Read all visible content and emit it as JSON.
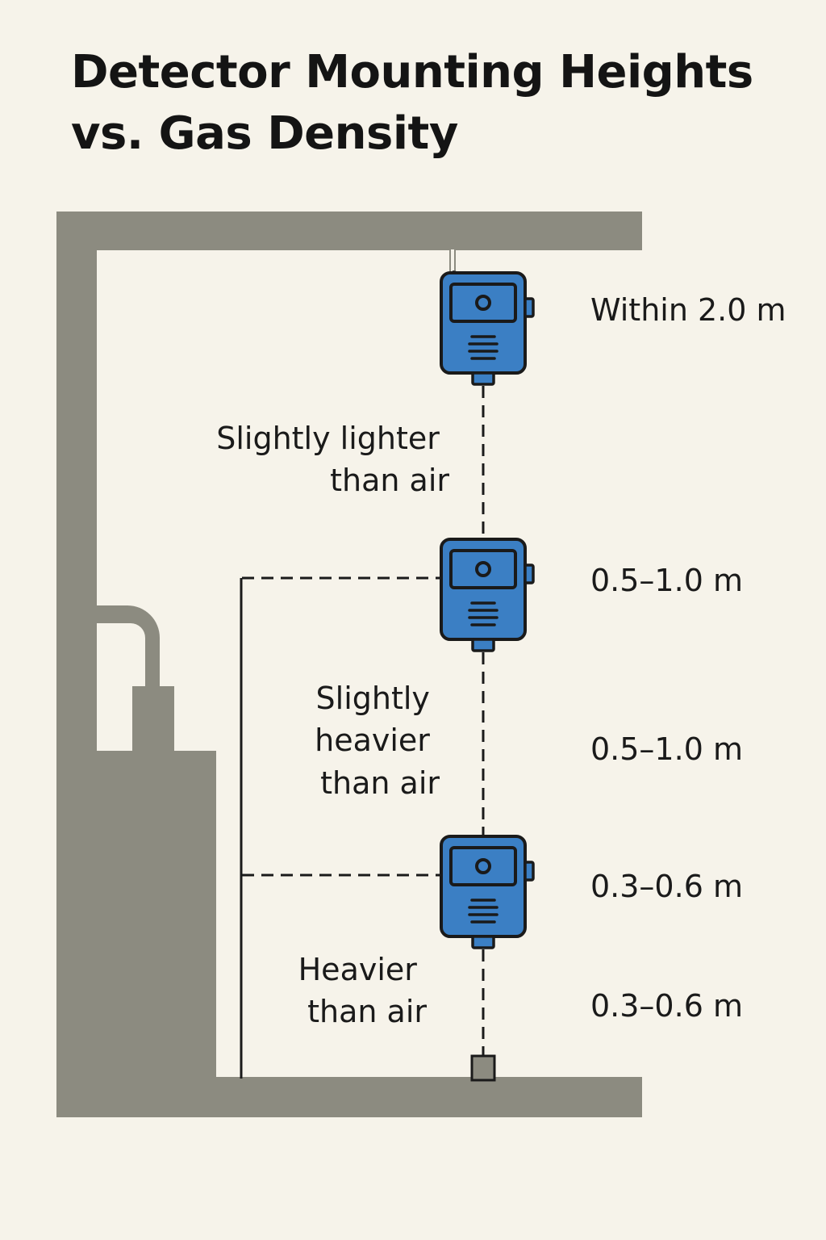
{
  "title": {
    "line1": "Detector Mounting Heights",
    "line2": "vs. Gas Density"
  },
  "gas_labels": {
    "lighter": [
      "Slightly lighter",
      "than air"
    ],
    "slightly_heavier": [
      "Slightly",
      "heavier",
      "than air"
    ],
    "heavier": [
      "Heavier",
      "than air"
    ]
  },
  "distance_labels": {
    "top": "Within 2.0 m",
    "upper_middle": "0.5–1.0 m",
    "lower_middle": "0.5–1.0 m",
    "upper_bottom": "0.3–0.6 m",
    "lower_bottom": "0.3–0.6 m"
  },
  "colors": {
    "background": "#f6f3ea",
    "structure": "#8c8b80",
    "detector": "#3b7fc4",
    "outline": "#1a1a1a"
  },
  "icons": {
    "detector": "gas-detector-icon",
    "cylinder": "gas-cylinder-icon"
  }
}
